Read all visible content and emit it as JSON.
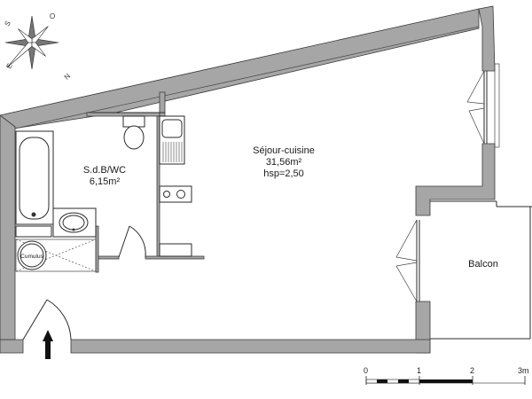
{
  "plan": {
    "rooms": [
      {
        "id": "sejour",
        "name": "Séjour-cuisine",
        "area": "31,56m²",
        "height": "hsp=2,50"
      },
      {
        "id": "sdb",
        "name": "S.d.B/WC",
        "area": "6,15m²"
      },
      {
        "id": "balcon",
        "name": "Balcon"
      }
    ],
    "fixtures": {
      "water_heater": "Cumulus"
    }
  },
  "compass": {
    "letters": {
      "north": "N",
      "south": "S",
      "east": "E",
      "west": "O"
    }
  },
  "scale_bar": {
    "ticks": [
      "0",
      "1",
      "2",
      "3m"
    ]
  },
  "colors": {
    "wall_fill": "#a6a6a6",
    "wall_stroke": "#3a3a3a",
    "background": "#ffffff"
  }
}
